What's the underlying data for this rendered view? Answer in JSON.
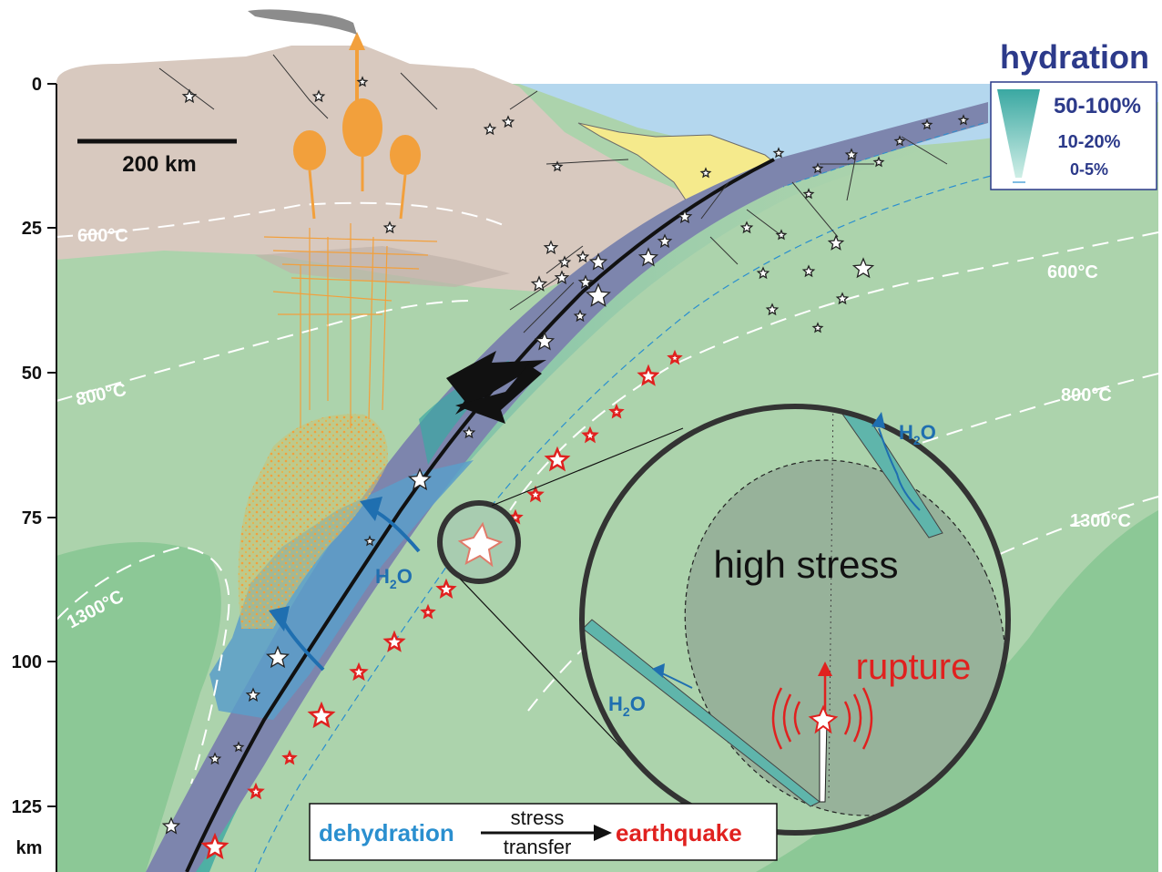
{
  "depth_axis": {
    "ticks": [
      "0",
      "25",
      "50",
      "75",
      "100",
      "125"
    ],
    "unit": "km"
  },
  "scale_bar": {
    "label": "200 km"
  },
  "isotherms": {
    "t600": "600°C",
    "t800": "800°C",
    "t1300": "1300°C"
  },
  "hydration_legend": {
    "title": "hydration",
    "levels": [
      "50-100%",
      "10-20%",
      "0-5%"
    ]
  },
  "labels": {
    "h2o_main": "H",
    "h2o_sub": "2",
    "h2o_tail": "O",
    "high_stress": "high stress",
    "rupture": "rupture"
  },
  "bottom_caption": {
    "dehydration": "dehydration",
    "stress": "stress",
    "transfer": "transfer",
    "earthquake": "earthquake"
  },
  "colors": {
    "crust": "#d8c9bf",
    "mantle": "#acd3ac",
    "deep_mantle": "#8cc896",
    "ocean": "#b4d7ee",
    "slab": "#7d85ad",
    "hydrated": "#5fb5ab",
    "melt": "#f2a03c",
    "sediment": "#f5ea8c",
    "dehydration_text": "#2a8fcf",
    "earthquake_text": "#e0211f",
    "legend_title": "#2c3a8a"
  }
}
